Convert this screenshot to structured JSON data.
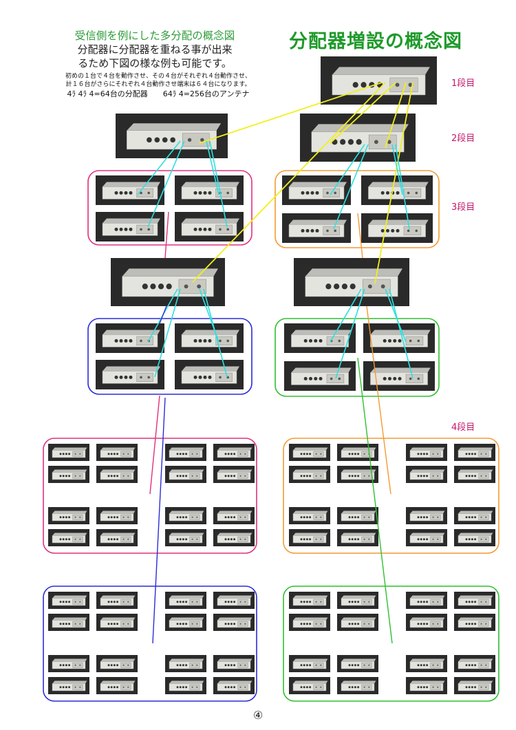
{
  "title": "分配器増設の概念図",
  "subtitle": "受信側を例にした多分配の概念図",
  "subtitle_line1": "分配器に分配器を重ねる事が出来",
  "subtitle_line2": "るため下図の様な例も可能です。",
  "note_line1": "初めの１台で４台を動作させ、その４台がそれぞれ４台動作させ、",
  "note_line2": "計１６台がさらにそれぞれ４台動作させ端末は６４台になります。",
  "note_line3": "4ﾗ 4ﾗ 4=64台の分配器　　64ﾗ 4=256台のアンテナ",
  "tiers": {
    "t1": "1段目",
    "t2": "2段目",
    "t3": "3段目",
    "t4": "4段目"
  },
  "page_number": "④",
  "colors": {
    "title_green": "#1f9a2b",
    "pink": "#e0307e",
    "orange": "#f39a33",
    "blue": "#2b2bd8",
    "green": "#2ec02e",
    "yellow": "#f2ef1c",
    "cyan": "#2fe0e0"
  },
  "device_icon": "signal-splitter-unit"
}
